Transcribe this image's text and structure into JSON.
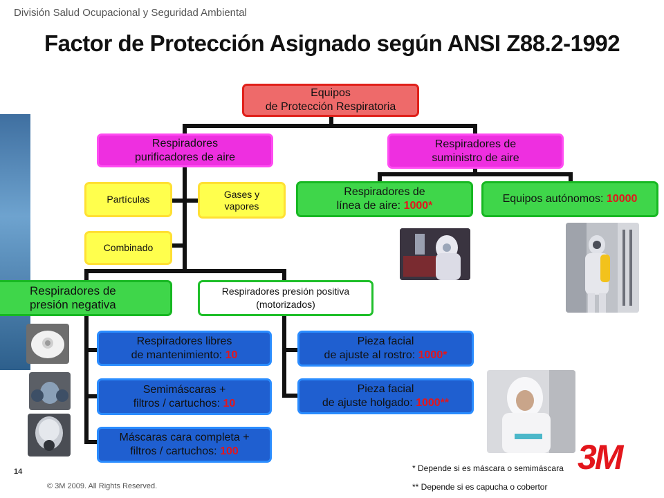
{
  "header": {
    "division": "División Salud Ocupacional y Seguridad Ambiental",
    "title": "Factor de Protección Asignado según ANSI Z88.2-1992"
  },
  "tree": {
    "root": [
      "Equipos",
      "de Protección Respiratoria"
    ],
    "purifying": [
      "Respiradores",
      "purificadores de aire"
    ],
    "supplied": [
      "Respiradores de",
      "suministro de aire"
    ],
    "particles": "Partículas",
    "gases": [
      "Gases y",
      "vapores"
    ],
    "combined": "Combinado",
    "airline": {
      "line1": "Respiradores de",
      "line2": "línea de aire: ",
      "value": "1000*"
    },
    "scba": {
      "label": "Equipos autónomos: ",
      "value": "10000"
    },
    "negative": [
      "Respiradores de",
      "presión negativa"
    ],
    "positive": [
      "Respiradores presión positiva",
      "(motorizados)"
    ],
    "maintenance_free": {
      "line1": "Respiradores libres",
      "line2": "de mantenimiento: ",
      "value": "10"
    },
    "half_mask": {
      "line1": "Semimáscaras +",
      "line2": "filtros / cartuchos: ",
      "value": "10"
    },
    "full_face": {
      "line1": "Máscaras cara completa +",
      "line2": "filtros / cartuchos: ",
      "value": "100"
    },
    "tight_fit": {
      "line1": "Pieza facial",
      "line2": "de ajuste al rostro: ",
      "value": "1000*"
    },
    "loose_fit": {
      "line1": "Pieza facial",
      "line2": "de ajuste holgado: ",
      "value": "1000**"
    }
  },
  "footer": {
    "page_number": "14",
    "copyright": "© 3M 2009.  All Rights Reserved.",
    "note1": "* Depende si es máscara o semimáscara",
    "note2": "** Depende si es capucha o cobertor",
    "logo": "3M"
  },
  "colors": {
    "root": "#ee6a6a",
    "level1": "#ee2fe0",
    "category": "#ffff4d",
    "green": "#3fd64a",
    "value_red": "#e3161c",
    "logo_red": "#e3161c"
  }
}
